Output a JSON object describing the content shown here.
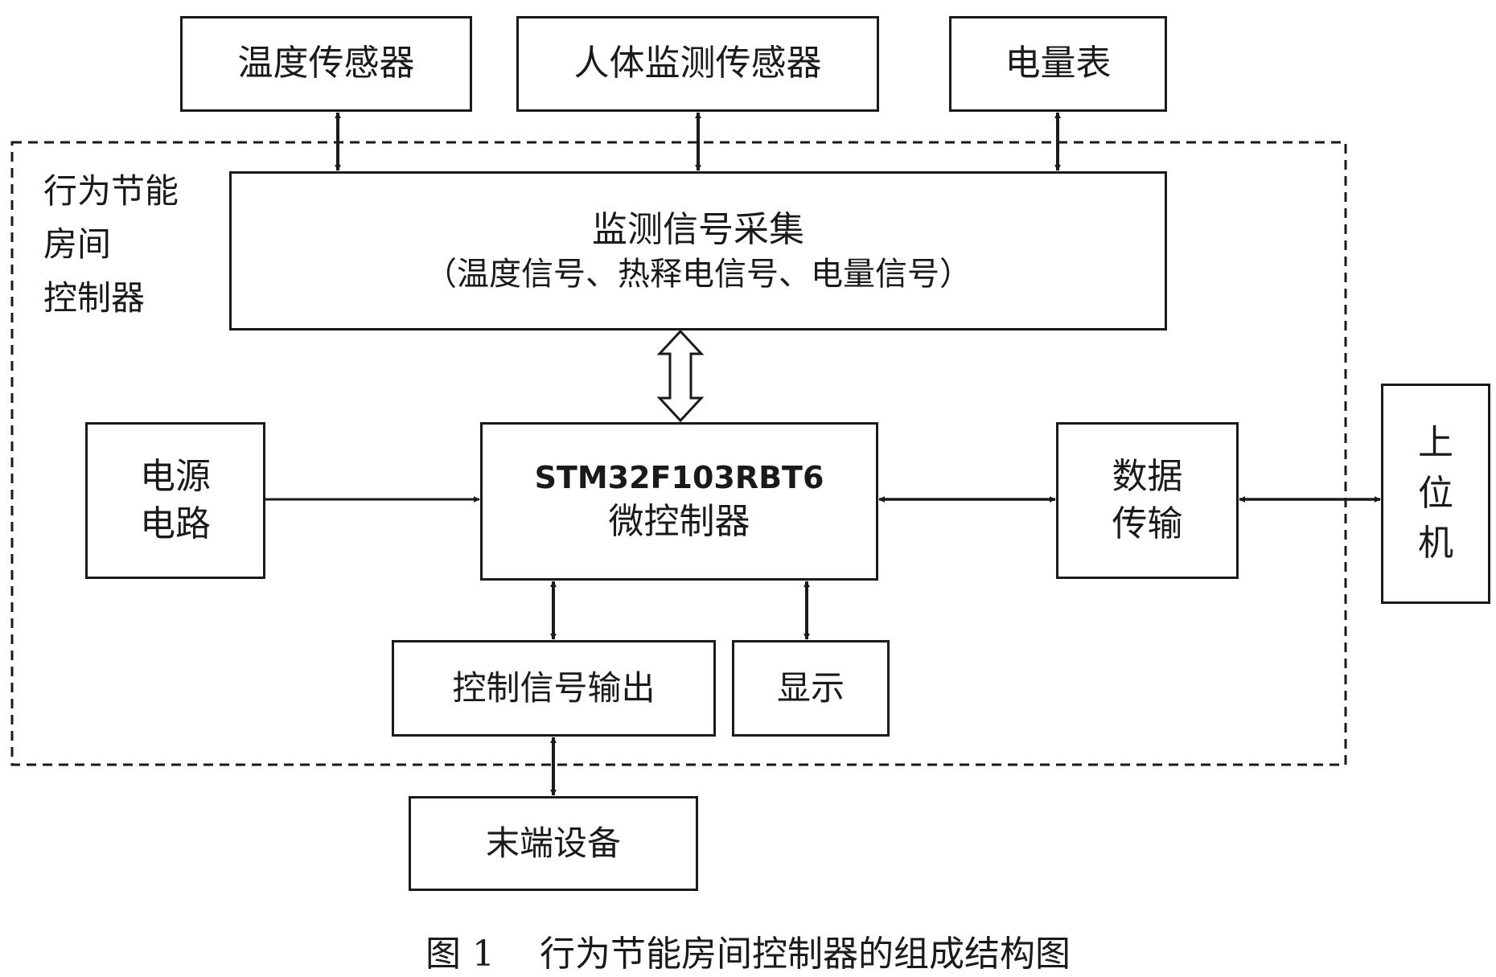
{
  "colors": {
    "line": "#1a1a1a",
    "background": "#ffffff"
  },
  "group": {
    "label_lines": [
      "行为节能",
      "房间",
      "控制器"
    ]
  },
  "sensors": {
    "temperature": "温度传感器",
    "human_presence": "人体监测传感器",
    "power_meter": "电量表"
  },
  "acquisition": {
    "title": "监测信号采集",
    "subtitle": "（温度信号、热释电信号、电量信号）"
  },
  "power_circuit": {
    "lines": [
      "电源",
      "电路"
    ]
  },
  "mcu": {
    "model": "STM32F103RBT6",
    "label": "微控制器"
  },
  "data_transfer": {
    "lines": [
      "数据",
      "传输"
    ]
  },
  "host": {
    "chars": [
      "上",
      "位",
      "机"
    ]
  },
  "control_output": {
    "label": "控制信号输出"
  },
  "display": {
    "label": "显示"
  },
  "terminal": {
    "label": "末端设备"
  },
  "caption": {
    "number": "图 1",
    "text": "行为节能房间控制器的组成结构图"
  }
}
